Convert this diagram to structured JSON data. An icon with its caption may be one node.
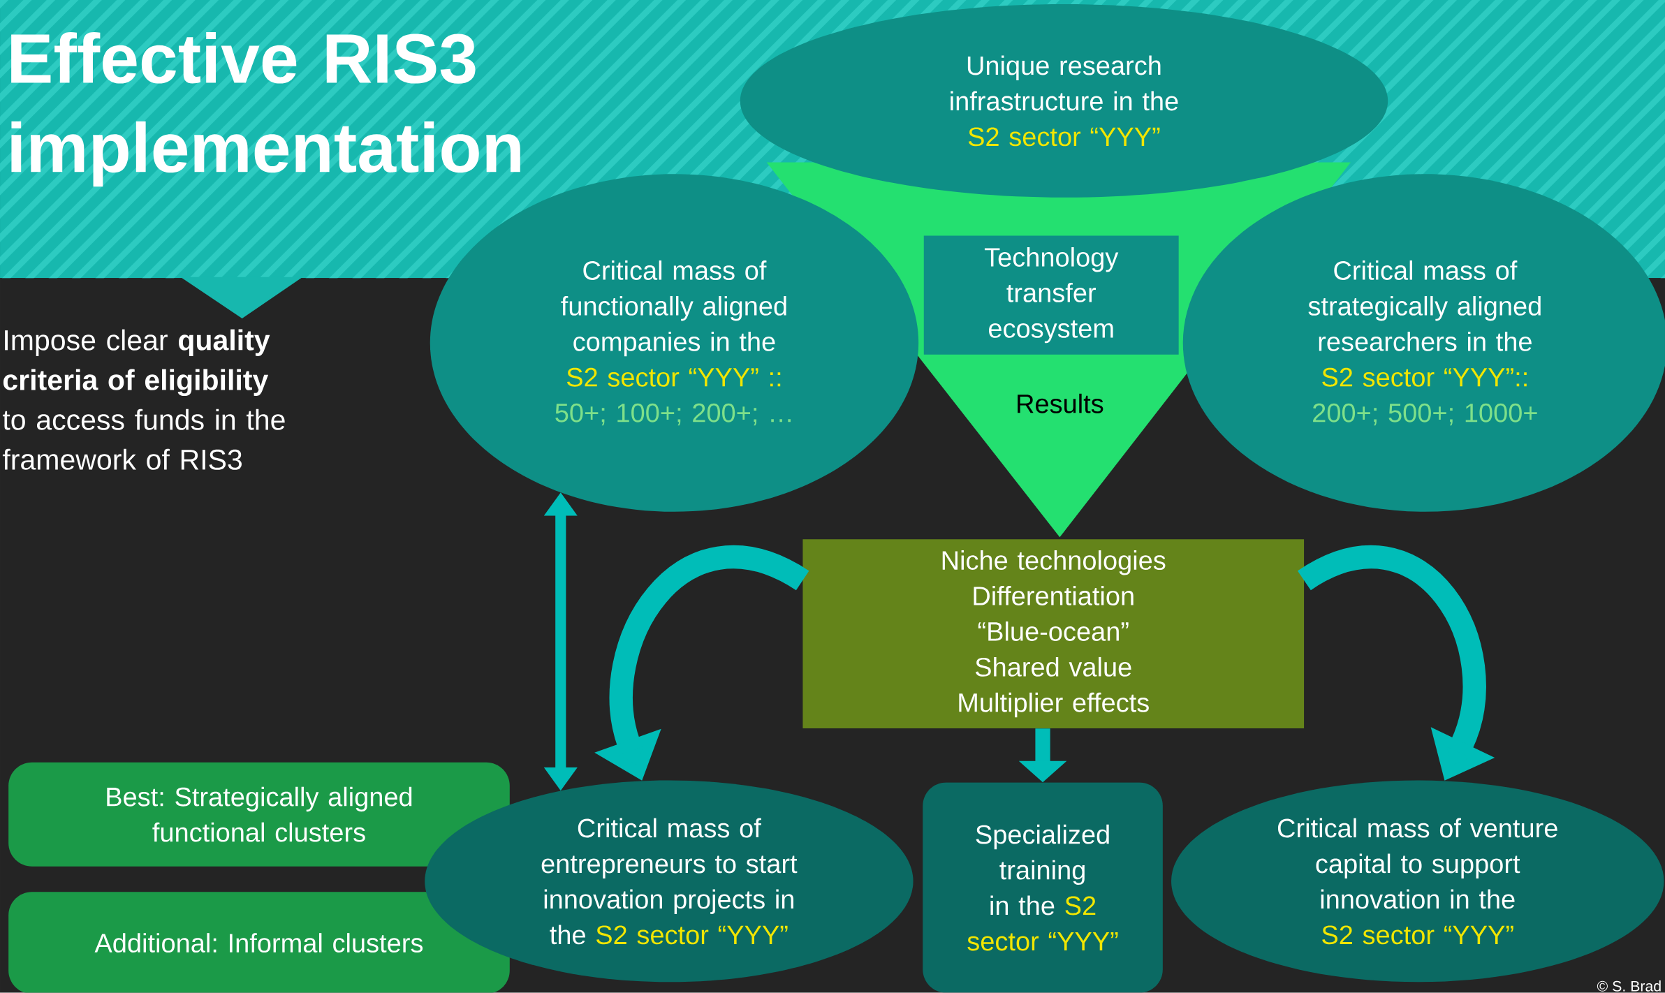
{
  "diagram": {
    "title": "Effective RIS3 implementation",
    "nodes": [
      {
        "text": [
          "Unique research infrastructure in the",
          "S2 sector “YYY”"
        ]
      },
      {
        "text": [
          "Results"
        ]
      },
      {
        "text": [
          "Technology transfer ecosystem"
        ],
        "in": 1
      },
      {
        "text": [
          "Critical mass of functionally aligned companies in the",
          "S2 sector “YYY” ::",
          "50+; 100+; 200+; …"
        ]
      },
      {
        "text": [
          "Critical mass of strategically aligned researchers in the",
          "S2 sector “YYY”::",
          "200+; 500+; 1000+"
        ]
      },
      {
        "text": [
          "Niche technologies",
          "Differentiation",
          "“Blue-ocean”",
          "Shared value",
          "Multiplier effects"
        ]
      },
      {
        "text": [
          "Critical mass of entrepreneurs to start innovation projects in the",
          "S2 sector “YYY”"
        ]
      },
      {
        "text": [
          "Specialized training in the",
          "S2 sector “YYY”"
        ]
      },
      {
        "text": [
          "Critical mass of venture capital to support innovation in the",
          "S2 sector “YYY”"
        ]
      },
      {
        "text": [
          "Best: Strategically aligned functional clusters"
        ]
      },
      {
        "text": [
          "Additional: Informal clusters"
        ]
      }
    ],
    "edges": [
      {
        "from": 3,
        "to": 6,
        "arrow": "both"
      },
      {
        "from": 5,
        "to": 6,
        "arrow": "to"
      },
      {
        "from": 5,
        "to": 7,
        "arrow": "to"
      },
      {
        "from": 5,
        "to": 8,
        "arrow": "to"
      }
    ],
    "labels": [
      "Impose clear **quality criteria of eligibility** to access funds in the framework of RIS3",
      "© S. Brad"
    ]
  }
}
